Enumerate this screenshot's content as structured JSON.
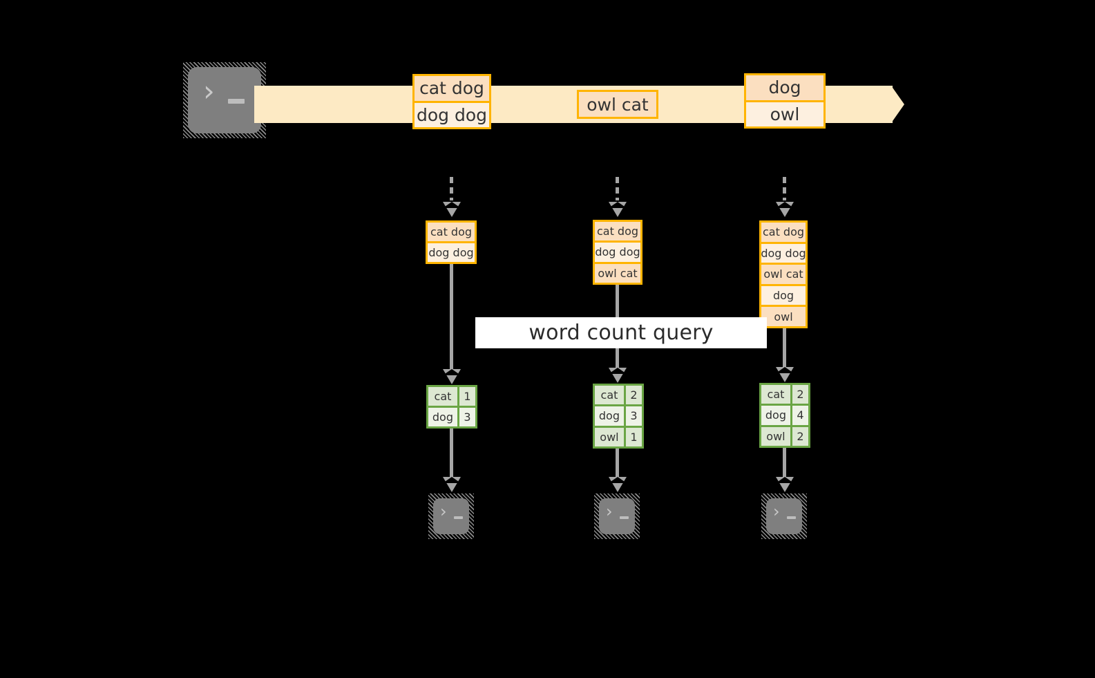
{
  "diagram": {
    "title": "word count query",
    "colors": {
      "background": "#000000",
      "stream_band": "#fdeac4",
      "record_border": "#ffb400",
      "record_fill_light": "#fdf0e0",
      "record_fill_dark": "#fbdfc0",
      "count_border": "#6aa544",
      "count_fill_light": "#eef3e7",
      "count_fill_dark": "#dde8d2",
      "connector": "#a6a6a6",
      "terminal": "#7f7f7f",
      "label_fill": "#ffffff",
      "text": "#333333"
    },
    "source": {
      "icon": "terminal-icon",
      "prompt_chevron": "›",
      "prompt_cursor": "_"
    },
    "stream": {
      "messages": [
        {
          "lines": [
            "cat dog",
            "dog dog"
          ]
        },
        {
          "lines": [
            "owl cat"
          ]
        },
        {
          "lines": [
            "dog",
            "owl"
          ]
        }
      ]
    },
    "snapshots": [
      {
        "lines": [
          "cat dog",
          "dog dog"
        ]
      },
      {
        "lines": [
          "cat dog",
          "dog dog",
          "owl cat"
        ]
      },
      {
        "lines": [
          "cat dog",
          "dog dog",
          "owl cat",
          "dog",
          "owl"
        ]
      }
    ],
    "results": [
      {
        "rows": [
          {
            "word": "cat",
            "count": "1"
          },
          {
            "word": "dog",
            "count": "3"
          }
        ]
      },
      {
        "rows": [
          {
            "word": "cat",
            "count": "2"
          },
          {
            "word": "dog",
            "count": "3"
          },
          {
            "word": "owl",
            "count": "1"
          }
        ]
      },
      {
        "rows": [
          {
            "word": "cat",
            "count": "2"
          },
          {
            "word": "dog",
            "count": "4"
          },
          {
            "word": "owl",
            "count": "2"
          }
        ]
      }
    ],
    "sinks": [
      {
        "icon": "terminal-icon",
        "prompt_chevron": "›",
        "prompt_cursor": "_"
      },
      {
        "icon": "terminal-icon",
        "prompt_chevron": "›",
        "prompt_cursor": "_"
      },
      {
        "icon": "terminal-icon",
        "prompt_chevron": "›",
        "prompt_cursor": "_"
      }
    ]
  }
}
